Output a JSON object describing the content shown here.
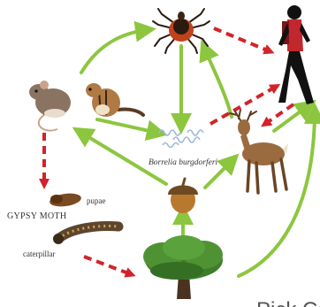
{
  "labels": {
    "bacteria": "Borrelia burgdorferi",
    "pupae": "pupae",
    "gypsy_moth": "GYPSY MOTH",
    "caterpillar": "caterpillar",
    "corner_text": "Pick Ca"
  },
  "colors": {
    "green_arrow": "#8cc63f",
    "red_arrow": "#d2232a",
    "tree_green": "#3e7d2a",
    "deer_brown": "#9a6b3f"
  },
  "icons": [
    "tick-icon",
    "hiker-icon",
    "mouse-icon",
    "chipmunk-icon",
    "bacteria-icon",
    "deer-icon",
    "acorn-icon",
    "pupae-icon",
    "caterpillar-icon",
    "oak-tree-icon"
  ]
}
